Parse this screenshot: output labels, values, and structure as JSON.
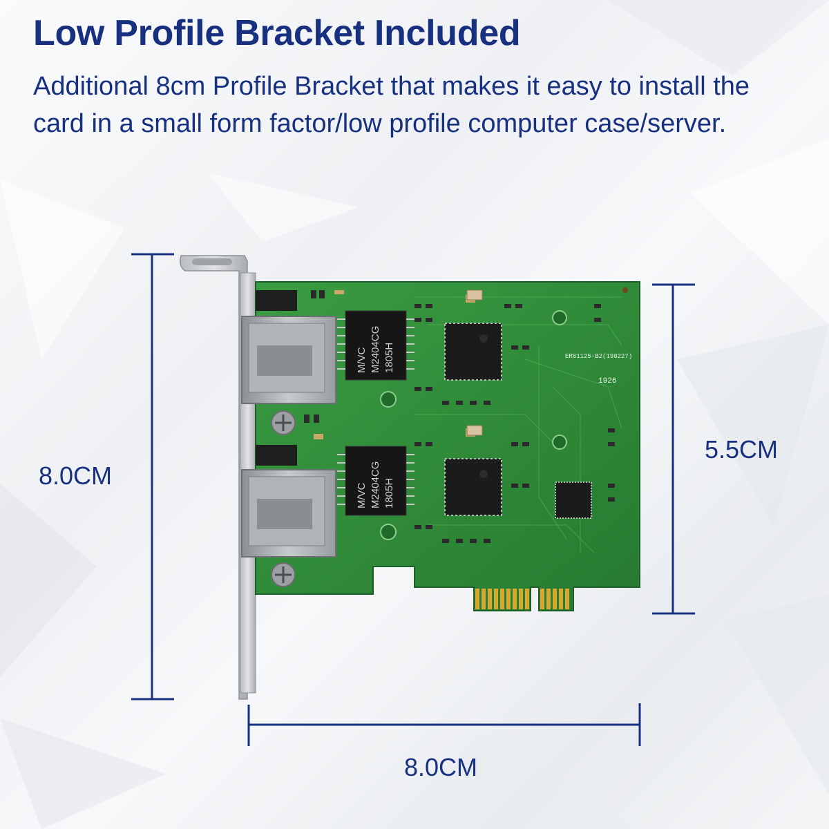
{
  "header": {
    "title": "Low Profile Bracket Included",
    "description": "Additional 8cm Profile Bracket that makes it easy to install the card in a small form factor/low profile computer case/server."
  },
  "dimensions": {
    "bracket_height": "8.0CM",
    "card_height": "5.5CM",
    "width": "8.0CM"
  },
  "chip_labels": {
    "magnetics_top_1": "M/VC",
    "magnetics_top_2": "M2404CG",
    "magnetics_top_3": "1805H",
    "magnetics_bottom_1": "M/VC",
    "magnetics_bottom_2": "M2404CG",
    "magnetics_bottom_3": "1805H",
    "board_id": "ER81125-B2(190227)",
    "date_code": "1926"
  },
  "colors": {
    "text": "#17307f",
    "dimension_lines": "#17307f",
    "pcb": "#2f8f3a",
    "gold_fingers": "#d8a830",
    "bracket": "#c8c8c8"
  }
}
